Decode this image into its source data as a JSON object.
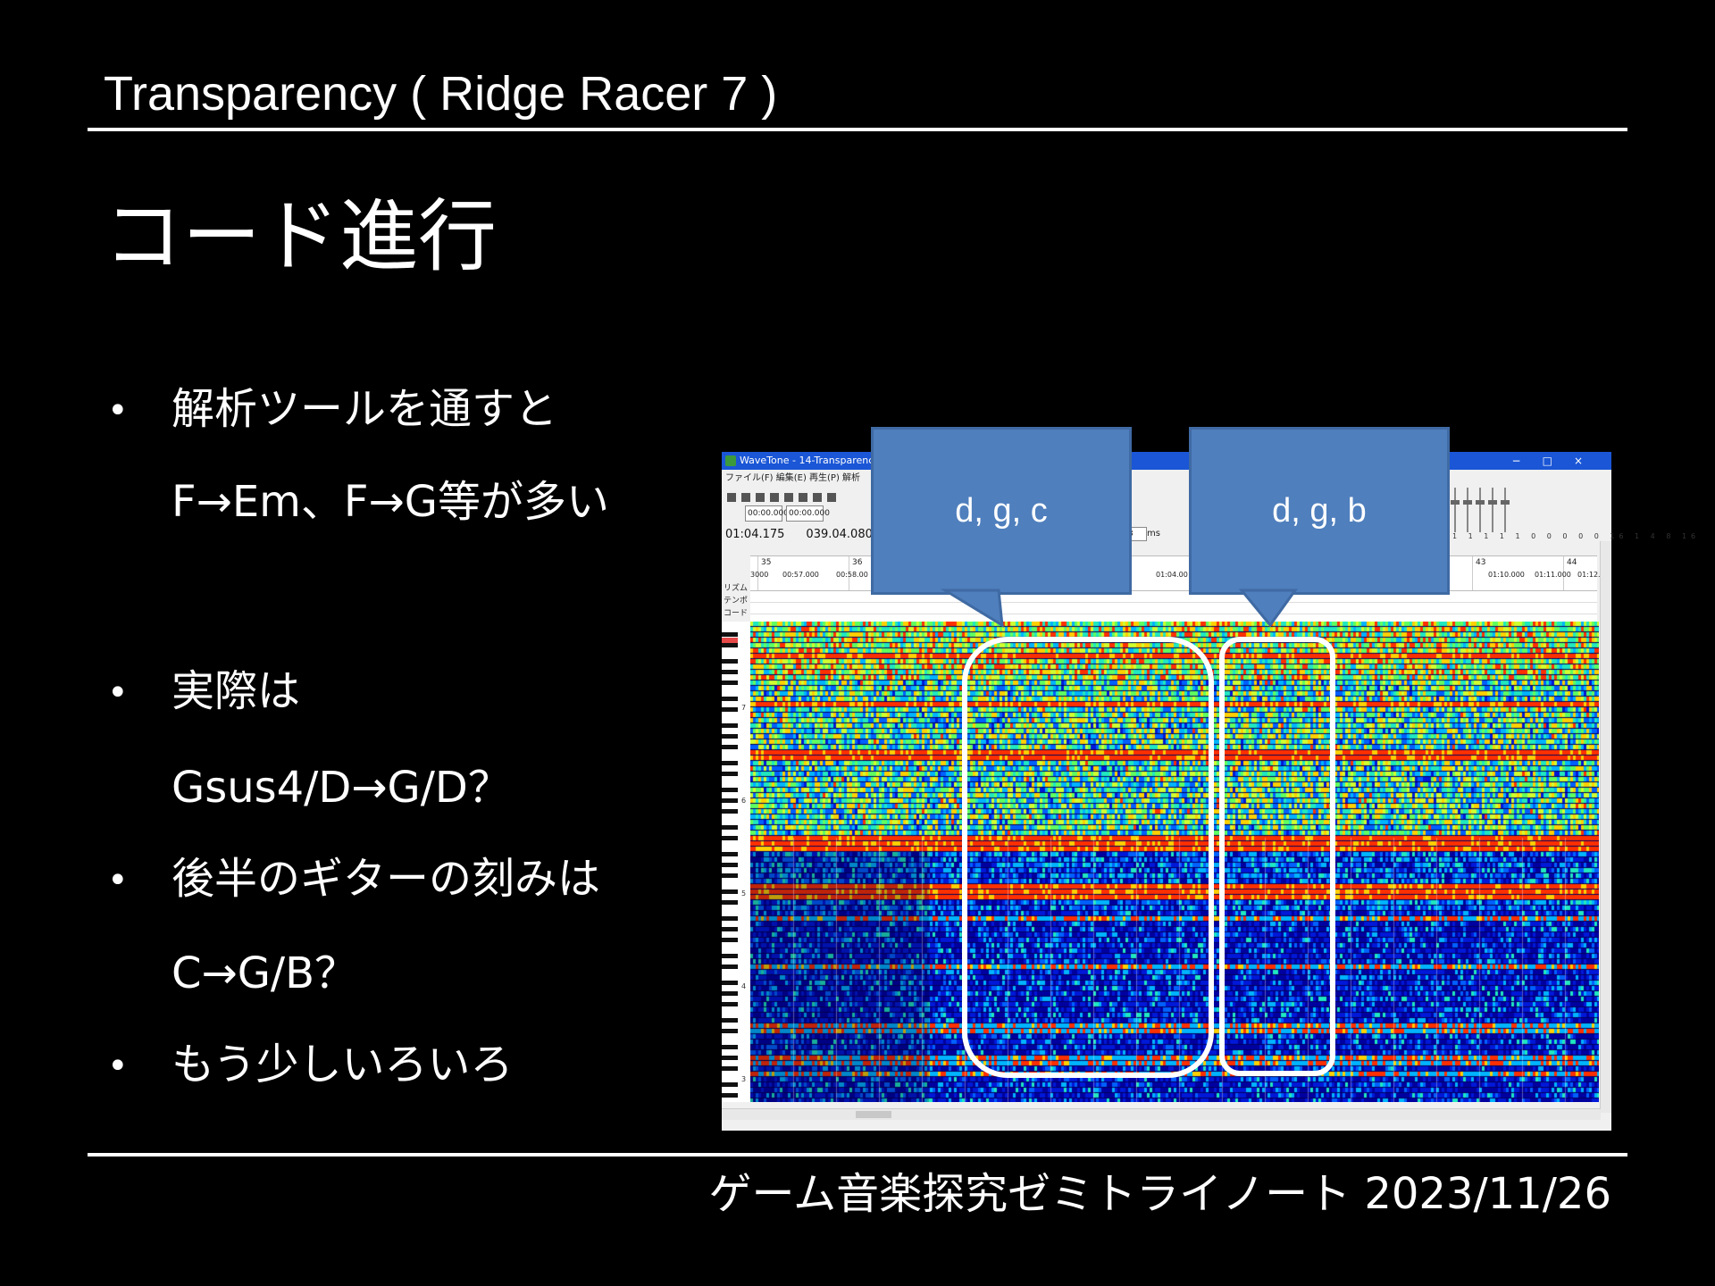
{
  "slide": {
    "title": "Transparency ( Ridge Racer 7 )",
    "heading": "コード進行",
    "bullets": [
      {
        "marker": "•",
        "lines": [
          "解析ツールを通すと",
          "F→Em、F→G等が多い"
        ]
      },
      {
        "marker": "•",
        "lines": [
          "実際は",
          "Gsus4/D→G/D？"
        ]
      },
      {
        "marker": "•",
        "lines": [
          "後半のギターの刻みは",
          "C→G/B？"
        ]
      },
      {
        "marker": "•",
        "lines": [
          "もう少しいろいろ"
        ]
      }
    ],
    "footer": "ゲーム音楽探究ゼミトライノート 2023/11/26"
  },
  "screenshot": {
    "window_title": "WaveTone - 14-Transparency.wav",
    "window_buttons": "−□×",
    "menu": "ファイル(F)   編集(E)   再生(P)   解析",
    "fields": [
      "00:00.000",
      "00:00.000"
    ],
    "readout": [
      "01:04.175",
      "039.04.080"
    ],
    "ms_value": "3",
    "ms_label": "ms",
    "slider_numbers": "1 1 1 1 1 0 0 0 0 0 16 1 4 8 16",
    "ruler_bars": [
      "35",
      "36",
      "43",
      "44"
    ],
    "ruler_times": [
      "3000",
      "00:57.000",
      "00:58.00",
      "01:04.00",
      "01:10.000",
      "01:11.000",
      "01:12.0"
    ],
    "lanes": [
      "リズム",
      "テンポ",
      "コード"
    ],
    "octaves": [
      "7",
      "6",
      "5",
      "4",
      "3"
    ]
  },
  "callouts": [
    {
      "text": "d, g, c"
    },
    {
      "text": "d, g, b"
    }
  ],
  "colors": {
    "background": "#000000",
    "callout_fill": "#4f7fbd",
    "spectrum_low": "#00007a",
    "spectrum_high": "#ff0000",
    "highlight_stroke": "#ffffff"
  }
}
